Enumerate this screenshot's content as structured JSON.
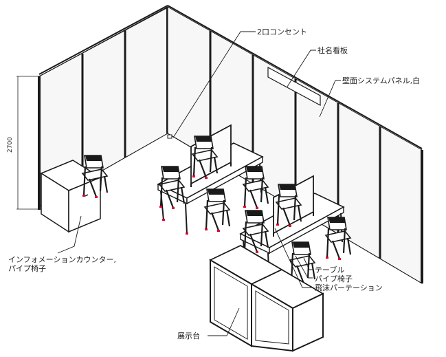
{
  "drawing": {
    "height_dimension": "2700",
    "labels": {
      "outlet": "2口コンセント",
      "company_sign": "社名看板",
      "wall_panel": "壁面システムパネル,白",
      "info_counter_line1": "インフォメーションカウンター,",
      "info_counter_line2": "パイプ椅子",
      "table": "テーブル",
      "pipe_chair": "パイプ椅子",
      "partition": "飛沫パーテーション",
      "display_stand": "展示台"
    },
    "colors": {
      "line": "#1a1a1a",
      "panel_fill": "#f7f7f7",
      "chair_foot": "#e0002a"
    }
  }
}
